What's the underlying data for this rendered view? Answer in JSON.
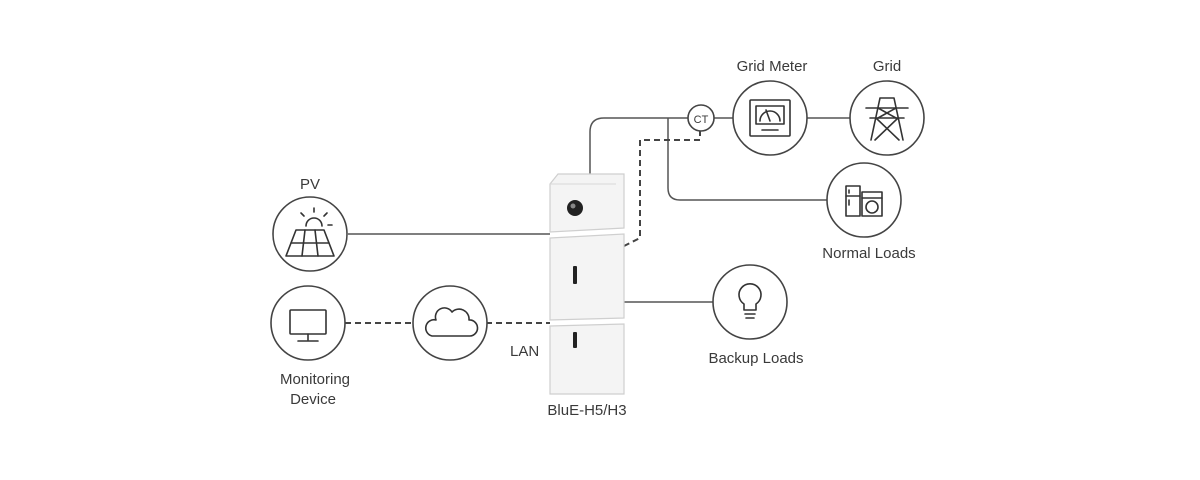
{
  "labels": {
    "pv": "PV",
    "grid_meter": "Grid Meter",
    "grid": "Grid",
    "ct": "CT",
    "normal_loads": "Normal Loads",
    "backup_loads": "Backup Loads",
    "monitoring_line1": "Monitoring",
    "monitoring_line2": "Device",
    "lan": "LAN",
    "inverter_model": "BluE-H5/H3"
  },
  "icons": {
    "pv": "solar-panel-icon",
    "monitor": "monitor-icon",
    "cloud": "cloud-icon",
    "grid_meter": "meter-icon",
    "grid": "power-tower-icon",
    "normal_loads": "appliances-icon",
    "backup_loads": "light-bulb-icon"
  },
  "colors": {
    "line": "#555555",
    "unit_body": "#f4f4f4",
    "unit_outline": "#cfcfcf"
  }
}
